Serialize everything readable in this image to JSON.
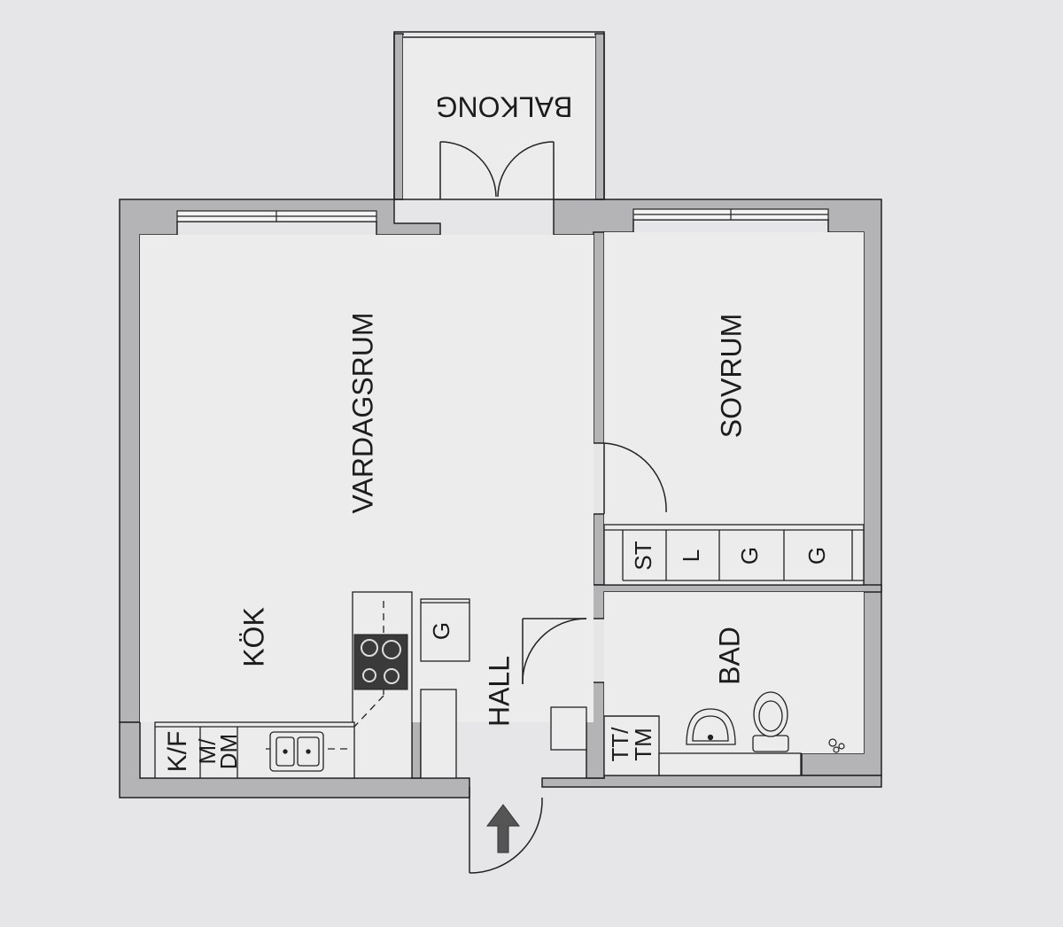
{
  "plan": {
    "rooms": {
      "balcony": "BALKONG",
      "living_room": "VARDAGSRUM",
      "bedroom": "SOVRUM",
      "kitchen": "KÖK",
      "hall": "HALL",
      "bathroom": "BAD"
    },
    "fixtures": {
      "fridge_freezer": "K/F",
      "microwave_dishwasher_line1": "M/",
      "microwave_dishwasher_line2": "DM",
      "washer_dryer_line1": "TT/",
      "washer_dryer_line2": "TM",
      "wardrobe_st": "ST",
      "wardrobe_l": "L",
      "wardrobe_g1": "G",
      "wardrobe_g2": "G",
      "hall_wardrobe_g": "G"
    },
    "colors": {
      "paper": "#e6e6e8",
      "wall_fill": "#b4b4b6",
      "line": "#222222",
      "floor": "#ececed"
    },
    "icons": [
      "entrance-arrow-icon",
      "stove-icon",
      "sink-icon",
      "washbasin-icon",
      "toilet-icon"
    ]
  }
}
